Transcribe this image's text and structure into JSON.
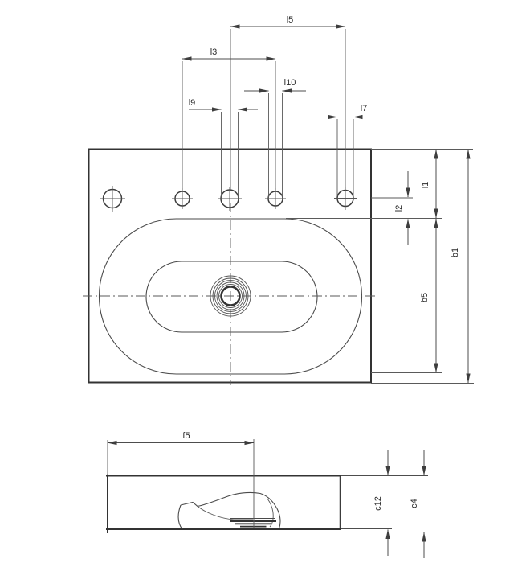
{
  "page": {
    "background": "#ffffff",
    "line_color": "#3a3a3a"
  },
  "drawing": {
    "labels": {
      "l5": "l5",
      "l3": "l3",
      "l10": "l10",
      "l9": "l9",
      "l7": "l7",
      "l1": "l1",
      "l2": "l2",
      "b1": "b1",
      "b5": "b5",
      "f5": "f5",
      "c12": "c12",
      "c4": "c4"
    },
    "views": {
      "top": {
        "horizontal_dimensions": [
          "l9",
          "l3",
          "l10",
          "l5",
          "l7"
        ],
        "vertical_dimensions": [
          "l1",
          "l2",
          "b5",
          "b1"
        ]
      },
      "side": {
        "horizontal_dimensions": [
          "f5"
        ],
        "vertical_dimensions": [
          "c12",
          "c4"
        ]
      }
    }
  }
}
